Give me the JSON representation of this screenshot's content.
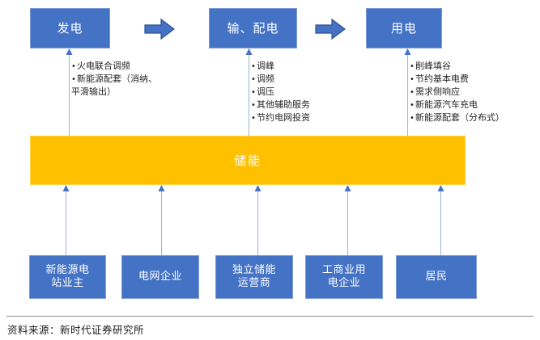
{
  "colors": {
    "box_blue": "#4472C4",
    "bar_orange": "#FFC000",
    "text_white": "#FFFFFF",
    "body_text": "#262626",
    "rule_gray": "#8C8C8C"
  },
  "top_chain": {
    "boxes": [
      {
        "label": "发电"
      },
      {
        "label": "输、配电"
      },
      {
        "label": "用电"
      }
    ],
    "arrows": [
      {
        "name": "arrow-generation-to-transmission",
        "glyph": "right-block-arrow"
      },
      {
        "name": "arrow-transmission-to-consumption",
        "glyph": "right-block-arrow"
      }
    ]
  },
  "value_lists": [
    {
      "name": "generation-benefits",
      "items": [
        "火电联合调频",
        "新能源配套（消纳、\n平滑输出）"
      ]
    },
    {
      "name": "transmission-benefits",
      "items": [
        "调峰",
        "调频",
        "调压",
        "其他辅助服务",
        "节约电网投资"
      ]
    },
    {
      "name": "consumption-benefits",
      "items": [
        "削峰填谷",
        "节约基本电费",
        "需求侧响应",
        "新能源汽车充电",
        "新能源配套（分布式）"
      ]
    }
  ],
  "storage_bar": {
    "label": "储能"
  },
  "participants": [
    {
      "label": "新能源电\n站业主"
    },
    {
      "label": "电网企业"
    },
    {
      "label": "独立储能\n运营商"
    },
    {
      "label": "工商业用\n电企业"
    },
    {
      "label": "居民"
    }
  ],
  "footer": {
    "source": "资料来源：新时代证券研究所"
  }
}
